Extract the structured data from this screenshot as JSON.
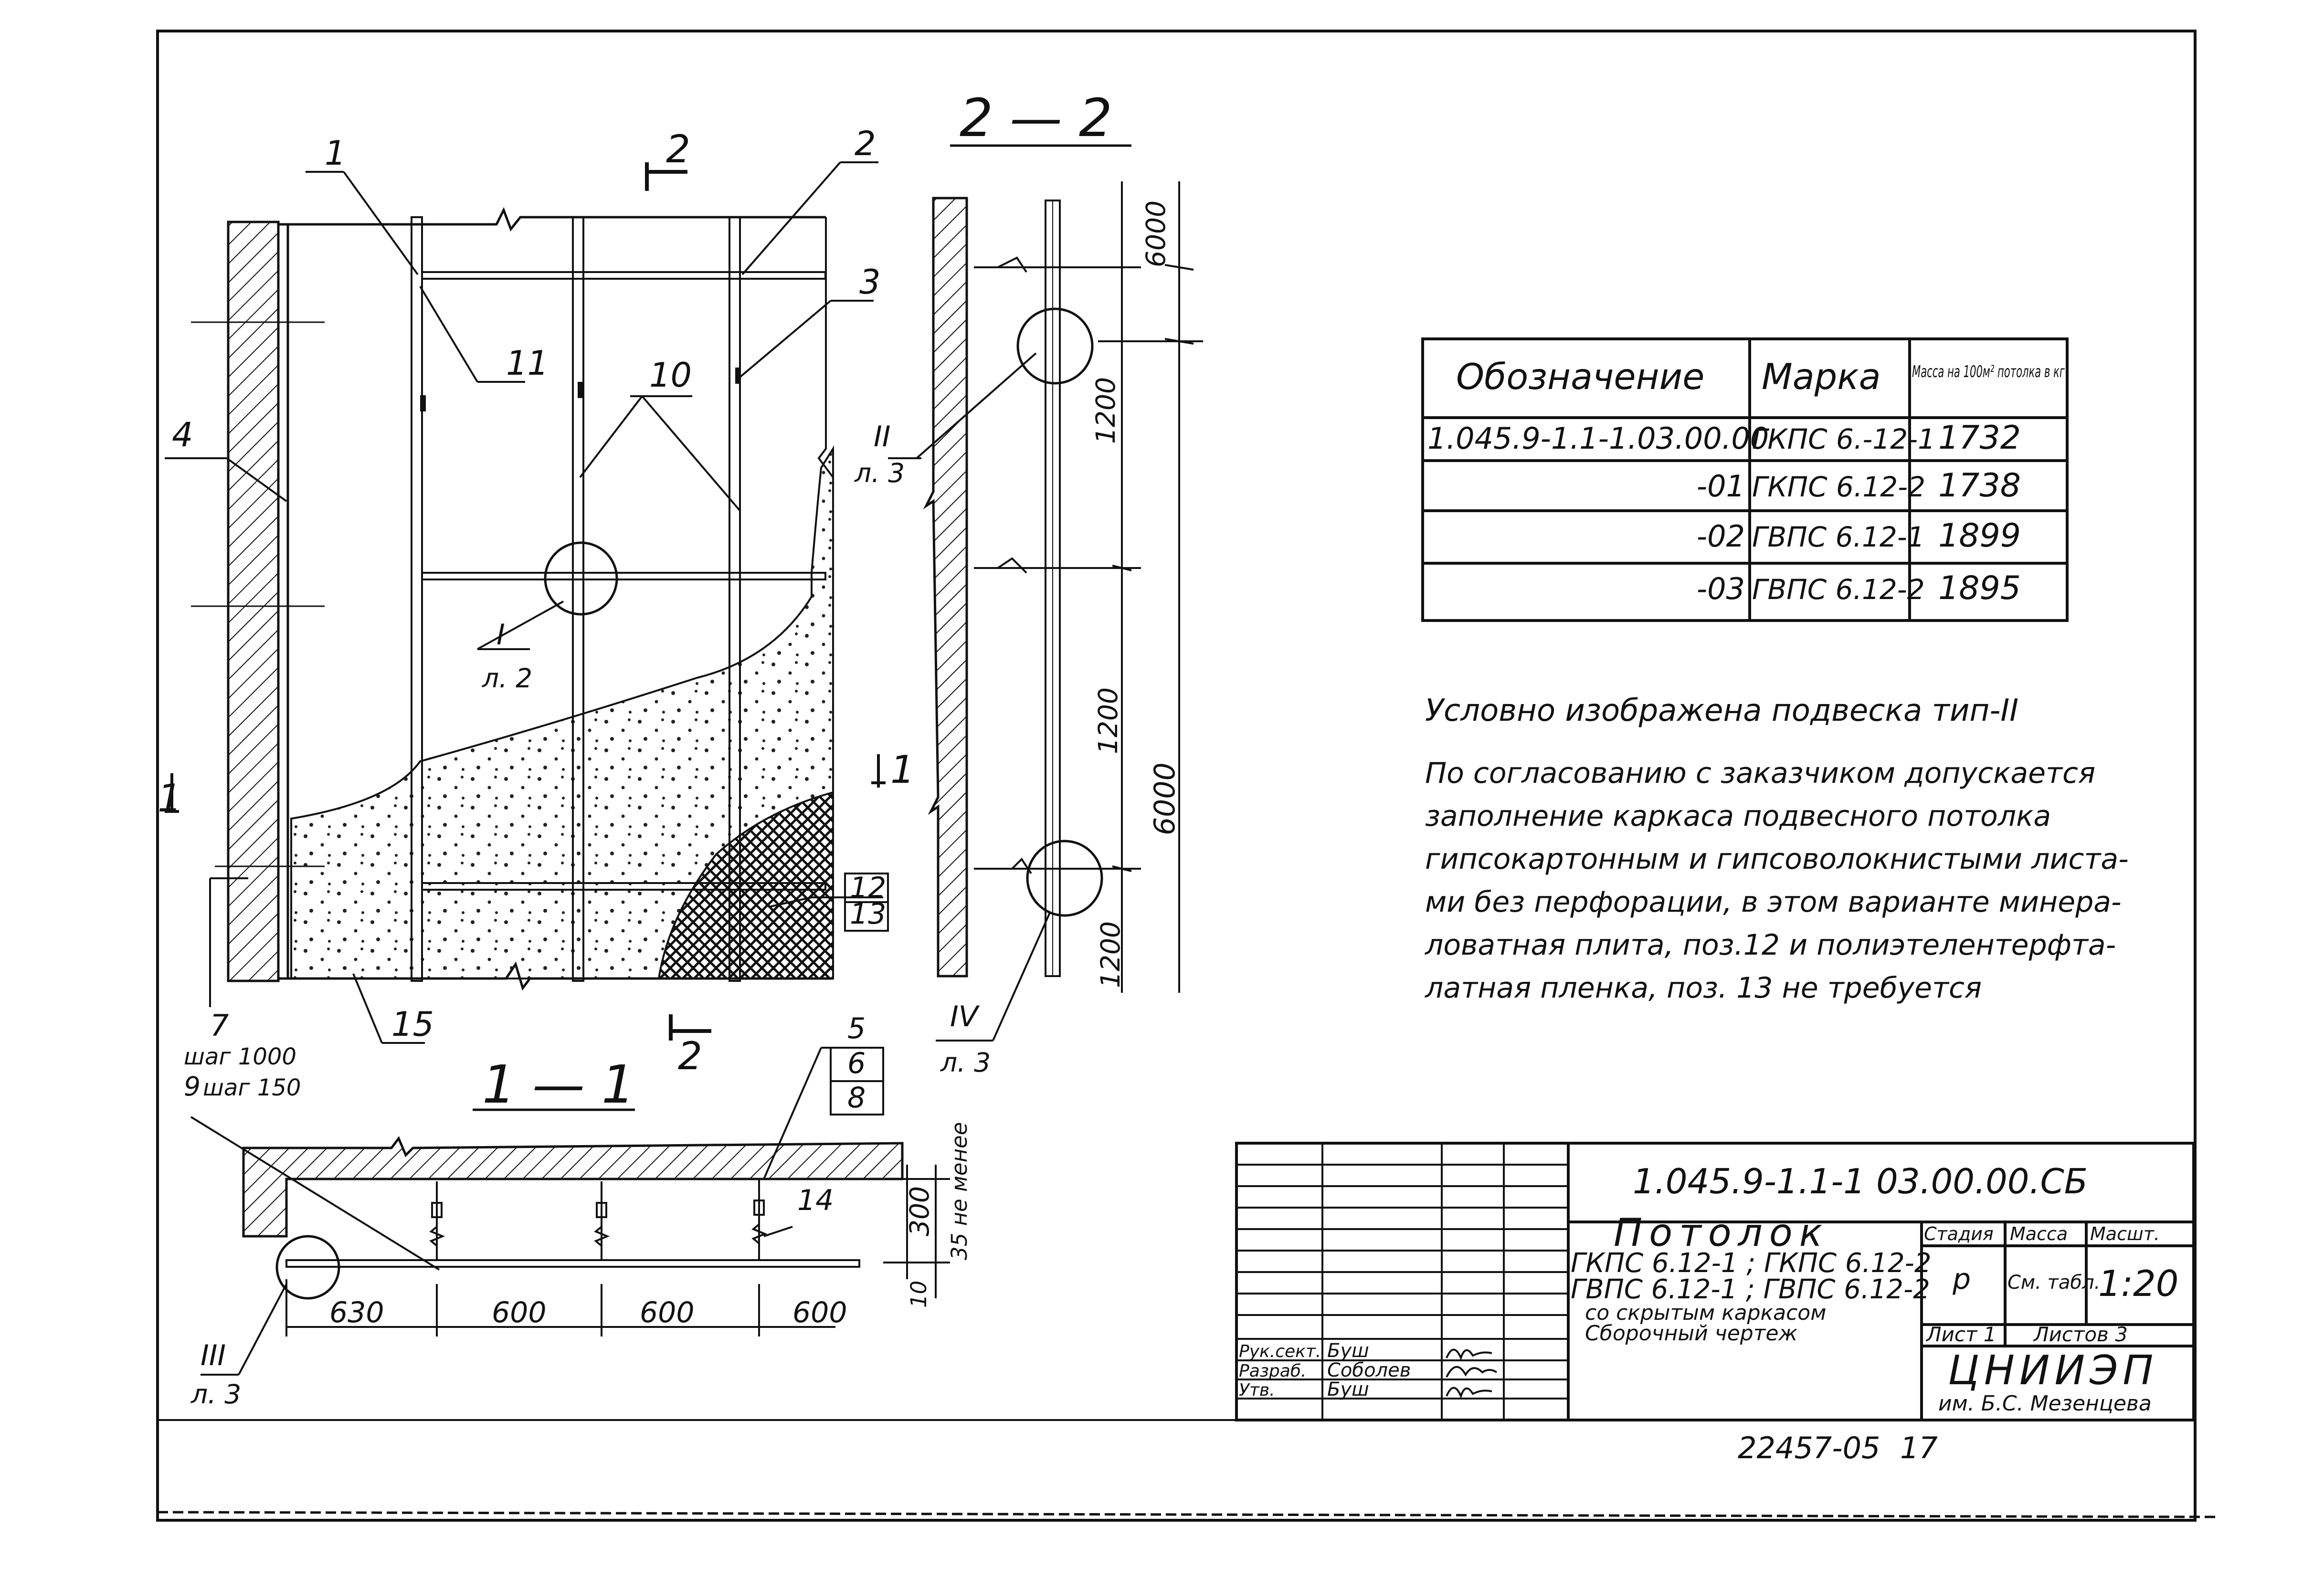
{
  "labels": {
    "section_2_title": "2 — 2",
    "section_1_title": "1 — 1",
    "cut_2_top": "2",
    "cut_2_bottom": "2",
    "cut_1_left": "1",
    "cut_1_right": "1",
    "pos_1": "1",
    "pos_2": "2",
    "pos_3": "3",
    "pos_4": "4",
    "pos_5": "5",
    "pos_6": "6",
    "pos_7": "7",
    "pos_8": "8",
    "pos_9": "9",
    "pos_10": "10",
    "pos_11": "11",
    "pos_12": "12",
    "pos_13": "13",
    "pos_14": "14",
    "pos_15": "15",
    "step_1000": "шаг 1000",
    "step_150": "шаг 150",
    "node_I": "I",
    "node_I_sheet": "л. 2",
    "node_II": "II",
    "node_II_sheet": "л. 3",
    "node_III": "III",
    "node_III_sheet": "л. 3",
    "node_IV": "IV",
    "node_IV_sheet": "л. 3"
  },
  "dimensions": {
    "d6000_top": "6000",
    "d1200_a": "1200",
    "d1200_b": "1200",
    "d1200_c": "1200",
    "d6000_total": "6000",
    "d630": "630",
    "d600_a": "600",
    "d600_b": "600",
    "d600_c": "600",
    "d300": "300",
    "d35": "35 не менее",
    "d10": "10"
  },
  "table": {
    "headers": [
      "Обозначение",
      "Марка",
      "Масса на 100м² потолка в кг"
    ],
    "rows": [
      [
        "1.045.9-1.1-1.03.00.00",
        "ГКПС 6.-12-1",
        "1732"
      ],
      [
        "-01",
        "ГКПС 6.12-2",
        "1738"
      ],
      [
        "-02",
        "ГВПС 6.12-1",
        "1899"
      ],
      [
        "-03",
        "ГВПС 6.12-2",
        "1895"
      ]
    ]
  },
  "notes": {
    "note1": "Условно изображена подвеска тип-II",
    "note2_lines": [
      "По согласованию с заказчиком допускается",
      "заполнение каркаса подвесного потолка",
      "гипсокартонным и гипсоволокнистыми листа-",
      "ми без перфорации, в этом варианте минера-",
      "ловатная плита, поз.12 и полиэтелентерфта-",
      "латная пленка, поз. 13 не требуется"
    ]
  },
  "title_block": {
    "code": "1.045.9-1.1-1 03.00.00.СБ",
    "name": "Потолок",
    "desc_lines": [
      "ГКПС 6.12-1 ; ГКПС 6.12-2",
      "ГВПС 6.12-1 ; ГВПС 6.12-2",
      "со скрытым каркасом",
      "Сборочный чертеж"
    ],
    "col_stage": "Стадия",
    "col_mass": "Масса",
    "col_scale": "Масшт.",
    "stage": "р",
    "mass": "См. табл.",
    "scale": "1:20",
    "sheet": "Лист 1",
    "sheets": "Листов 3",
    "org": "ЦНИИЭП",
    "org_sub": "им. Б.С. Мезенцева",
    "roles": [
      {
        "role": "Рук.сект.",
        "name": "Буш"
      },
      {
        "role": "Разраб.",
        "name": "Соболев"
      },
      {
        "role": "Утв.",
        "name": "Буш"
      }
    ]
  },
  "footer": {
    "doc_number": "22457-05",
    "page": "17"
  }
}
